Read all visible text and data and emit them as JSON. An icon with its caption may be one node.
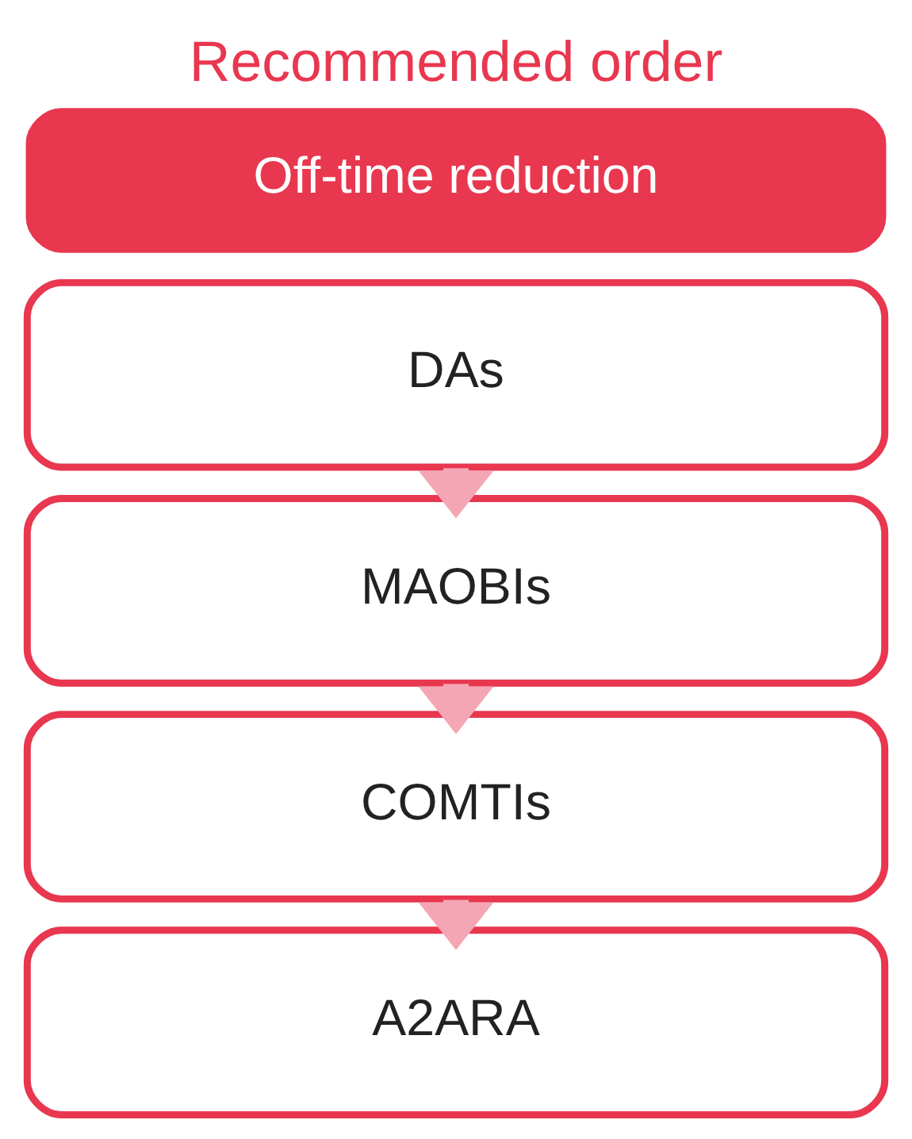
{
  "diagram": {
    "title": "Recommended order",
    "nodes": [
      {
        "text": [
          "Off-time reduction"
        ]
      },
      {
        "text": [
          "DAs"
        ]
      },
      {
        "text": [
          "MAOBIs"
        ]
      },
      {
        "text": [
          "COMTIs"
        ]
      },
      {
        "text": [
          "A2ARA"
        ]
      }
    ],
    "edges": [
      {
        "from": 1,
        "to": 2,
        "arrow": "to"
      },
      {
        "from": 2,
        "to": 3,
        "arrow": "to"
      },
      {
        "from": 3,
        "to": 4,
        "arrow": "to"
      }
    ]
  }
}
